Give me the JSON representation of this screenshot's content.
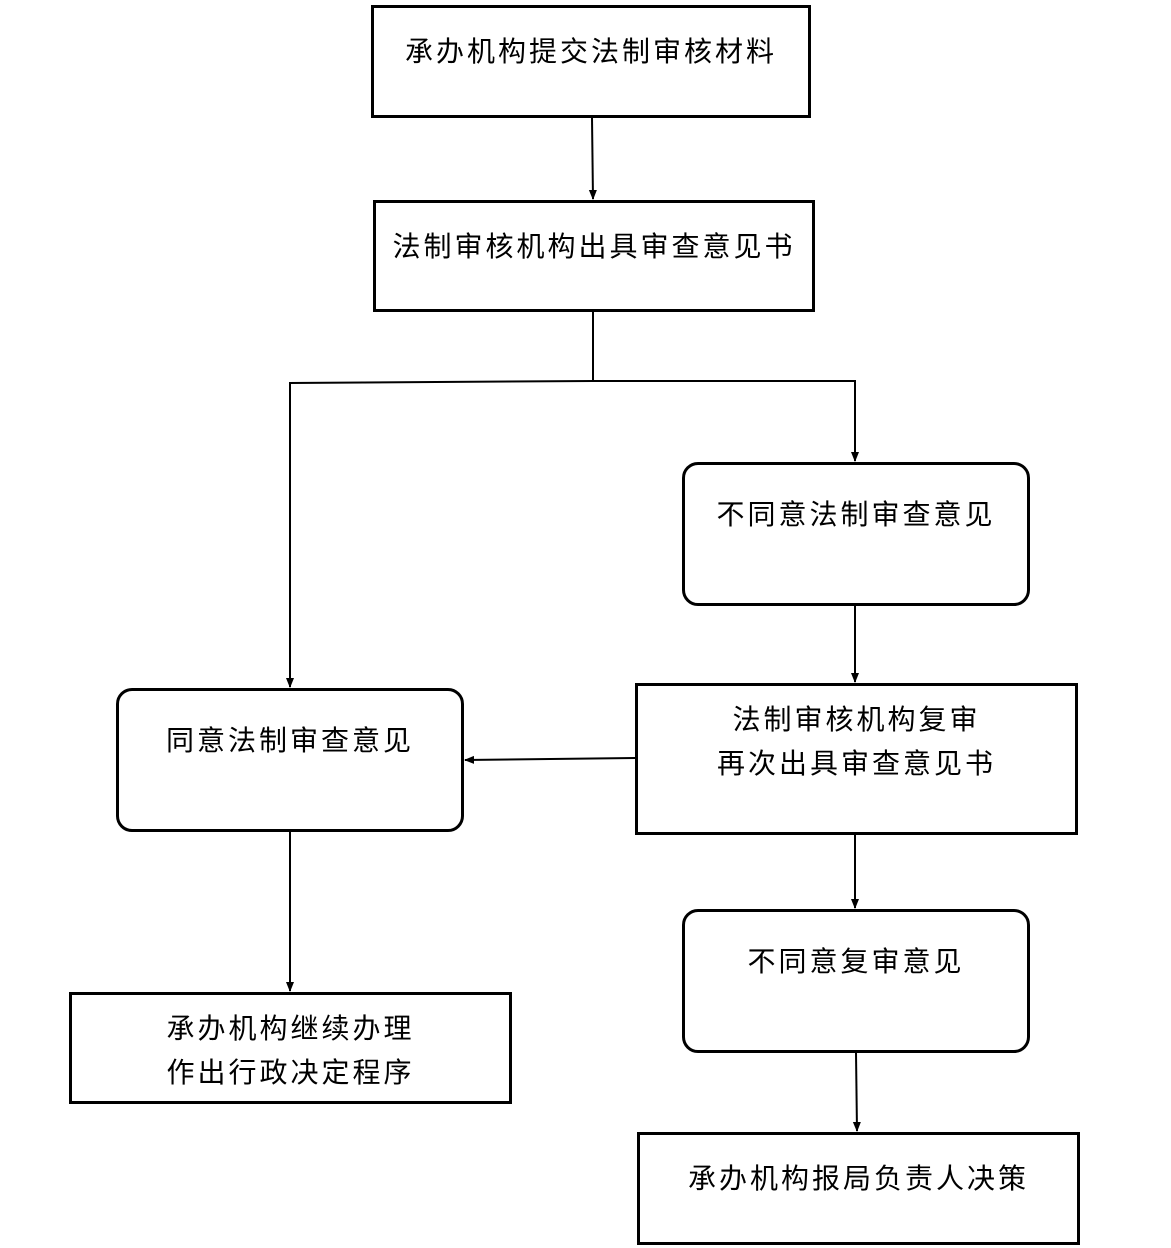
{
  "nodes": {
    "submit": {
      "lines": [
        "承办机构提交法制审核材料"
      ]
    },
    "issue_opinion": {
      "lines": [
        "法制审核机构出具审查意见书"
      ]
    },
    "disagree": {
      "lines": [
        "不同意法制审查意见"
      ]
    },
    "agree": {
      "lines": [
        "同意法制审查意见"
      ]
    },
    "re_review": {
      "lines": [
        "法制审核机构复审",
        "再次出具审查意见书"
      ]
    },
    "disagree_review": {
      "lines": [
        "不同意复审意见"
      ]
    },
    "continue": {
      "lines": [
        "承办机构继续办理",
        "作出行政决定程序"
      ]
    },
    "report": {
      "lines": [
        "承办机构报局负责人决策"
      ]
    }
  },
  "colors": {
    "stroke": "#000000",
    "background": "#ffffff"
  }
}
